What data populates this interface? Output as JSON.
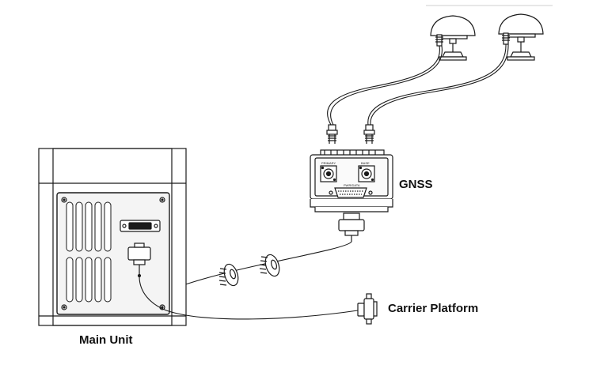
{
  "labels": {
    "gnss": "GNSS",
    "main_unit": "Main Unit",
    "carrier_platform": "Carrier Platform"
  },
  "gnss_ports": {
    "left": "PRIMARY",
    "right": "BASE",
    "bottom": "PWR/DATA"
  },
  "colors": {
    "stroke": "#1a1a1a",
    "panel_fill": "#f4f4f4",
    "unit_fill": "#ffffff"
  }
}
